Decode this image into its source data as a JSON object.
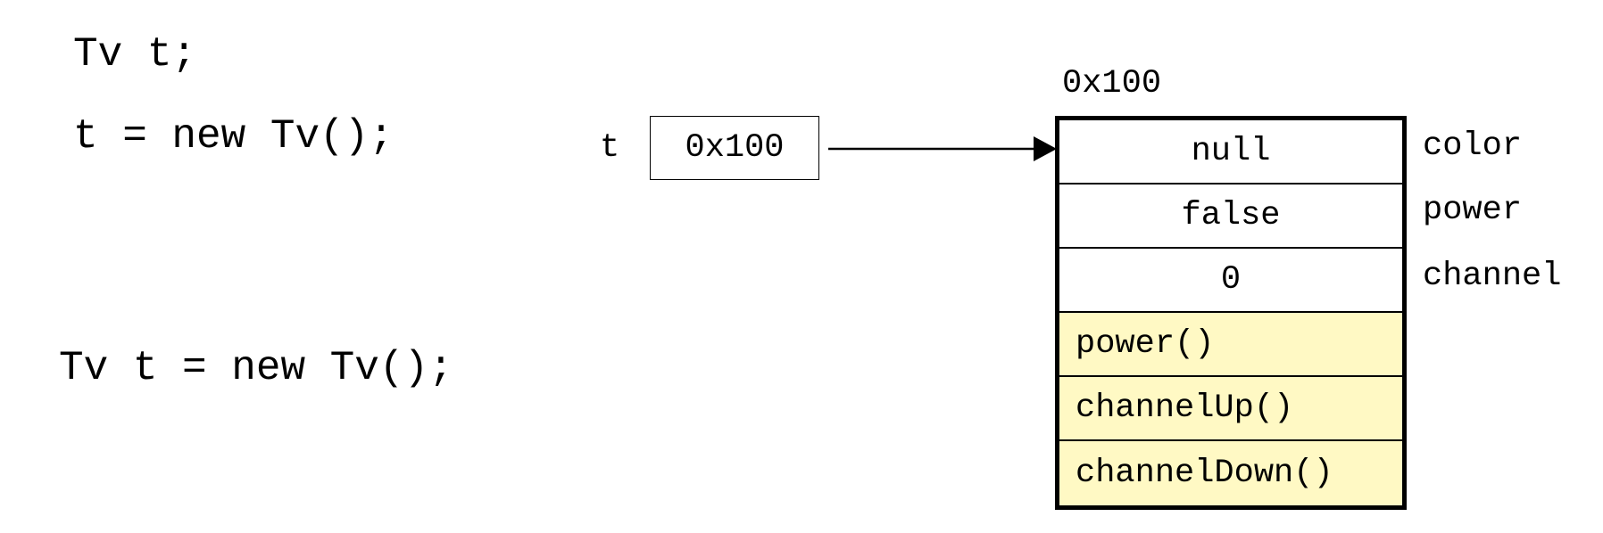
{
  "code": {
    "line1": "Tv t;",
    "line2": "t = new Tv();",
    "line3": "Tv t = new Tv();"
  },
  "reference": {
    "var_name": "t",
    "value": "0x100"
  },
  "object": {
    "address": "0x100",
    "fields": [
      {
        "value": "null",
        "name": "color"
      },
      {
        "value": "false",
        "name": "power"
      },
      {
        "value": "0",
        "name": "channel"
      }
    ],
    "methods": [
      "power()",
      "channelUp()",
      "channelDown()"
    ],
    "method_bg": "#fff9c4"
  }
}
